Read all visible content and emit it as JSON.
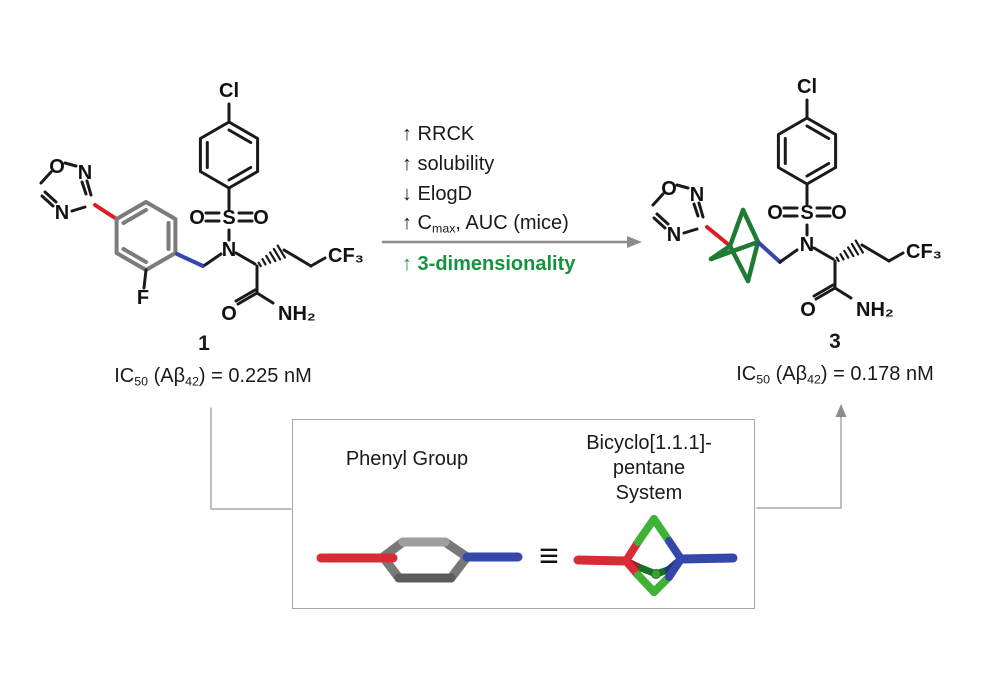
{
  "labels": {
    "cl": "Cl",
    "o": "O",
    "s": "S",
    "n": "N",
    "f": "F",
    "cf3": "CF₃",
    "nh2": "NH₂"
  },
  "compound1": {
    "number": "1",
    "ic50_pre": "IC",
    "ic50_sub1": "50",
    "ic50_mid": " (Aβ",
    "ic50_sub2": "42",
    "ic50_post": ") = 0.225 nM"
  },
  "compound3": {
    "number": "3",
    "ic50_pre": "IC",
    "ic50_sub1": "50",
    "ic50_mid": " (Aβ",
    "ic50_sub2": "42",
    "ic50_post": ") = 0.178 nM"
  },
  "arrow": {
    "item1": "↑ RRCK",
    "item2": "↑ solubility",
    "item3": "↓ ElogD",
    "item4_pre": "↑ C",
    "item4_sub": "max",
    "item4_post": ", AUC (mice)",
    "highlight": "↑ 3-dimensionality"
  },
  "box": {
    "left_title": "Phenyl Group",
    "right_title_line1": "Bicyclo[1.1.1]-",
    "right_title_line2": "pentane",
    "right_title_line3": "System",
    "equiv": "≡"
  },
  "colors": {
    "red_bond": "#e01b24",
    "blue_bond": "#3547ae",
    "gray_ring": "#7b7b7b",
    "green_cage": "#1f7a33",
    "green_text": "#17923f",
    "stick_red": "#d92b35",
    "stick_blue": "#3647ac",
    "stick_gray": "#787878",
    "stick_green": "#3fb235",
    "arrow_gray": "#8c8c8c"
  }
}
